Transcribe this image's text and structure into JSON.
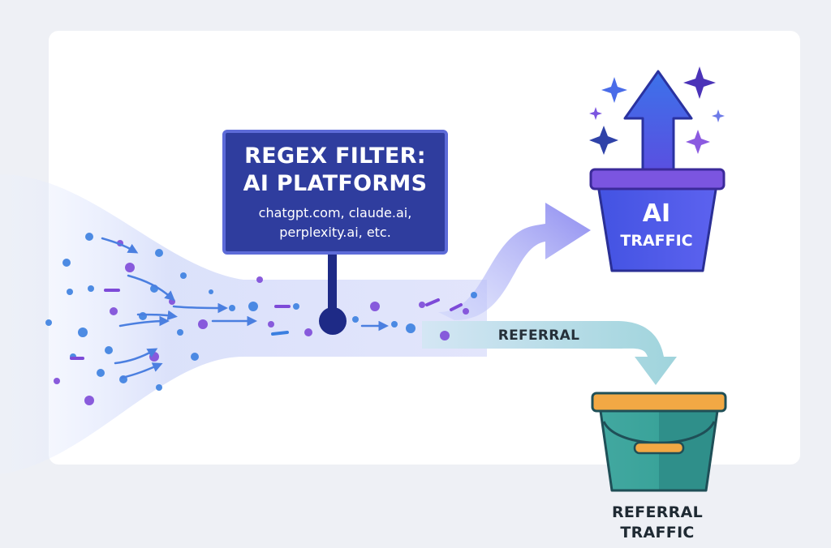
{
  "filter": {
    "title_line1": "REGEX FILTER:",
    "title_line2": "AI PLATFORMS",
    "domains_line1": "chatgpt.com, claude.ai,",
    "domains_line2": "perplexity.ai, etc."
  },
  "ai_bucket": {
    "label_line1": "AI",
    "label_line2": "TRAFFIC"
  },
  "referral_arrow": {
    "label": "REFERRAL"
  },
  "referral_bucket": {
    "label_line1": "REFERRAL",
    "label_line2": "TRAFFIC"
  },
  "colors": {
    "sign": "#2f3d9e",
    "sign_border": "#5d6bd8",
    "ai_bucket": "#4d5be6",
    "ai_bucket_rim": "#7b55e0",
    "ai_arrow": "#3f63e8",
    "referral_bucket": "#3aa39a",
    "referral_rim": "#f2a844",
    "particle_blue": "#3b7fe0",
    "particle_purple": "#7d4ad8"
  },
  "icons": [
    "sparkle-icon",
    "up-arrow-icon",
    "bucket-icon",
    "flow-arrow-icon"
  ]
}
